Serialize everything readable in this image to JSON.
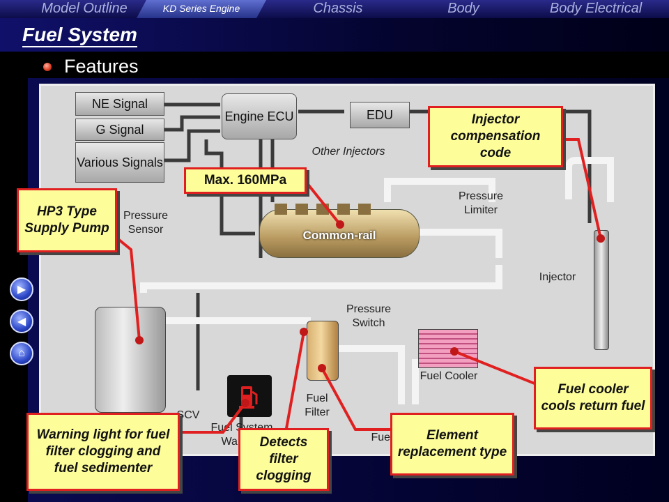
{
  "nav": {
    "tabs": [
      "Model Outline",
      "KD Series Engine",
      "Chassis",
      "Body",
      "Body Electrical"
    ]
  },
  "header": {
    "title": "Fuel System",
    "section": "Features"
  },
  "diagram": {
    "signals": [
      "NE Signal",
      "G Signal",
      "Various Signals"
    ],
    "engine_ecu": "Engine ECU",
    "edu": "EDU",
    "other_injectors": "Other Injectors",
    "common_rail": "Common-rail",
    "pressure_limiter": "Pressure Limiter",
    "pressure_sensor": "Pressure Sensor",
    "injector": "Injector",
    "pressure_switch": "Pressure Switch",
    "fuel_cooler": "Fuel Cooler",
    "fuel_filter": "Fuel Filter",
    "scv": "SCV",
    "fuel_system_warning": "Fuel System Warning",
    "fuel_tank": "Fuel"
  },
  "callouts": {
    "max_pressure": "Max. 160MPa",
    "injector_code": "Injector compensation code",
    "supply_pump": "HP3 Type Supply Pump",
    "fuel_cooler": "Fuel cooler cools return fuel",
    "warning_light": "Warning light for fuel filter clogging and fuel sedimenter",
    "detects_clogging": "Detects filter clogging",
    "element_replacement": "Element replacement type"
  },
  "colors": {
    "callout_fill": "#fdfd9a",
    "callout_border": "#e02020",
    "pipe": "#3a3a3a",
    "fuel_cooler_fill": "#f3a0c0"
  },
  "icons": [
    "next-arrow-icon",
    "back-arrow-icon",
    "home-icon",
    "fuel-warning-icon",
    "bullet-icon"
  ]
}
